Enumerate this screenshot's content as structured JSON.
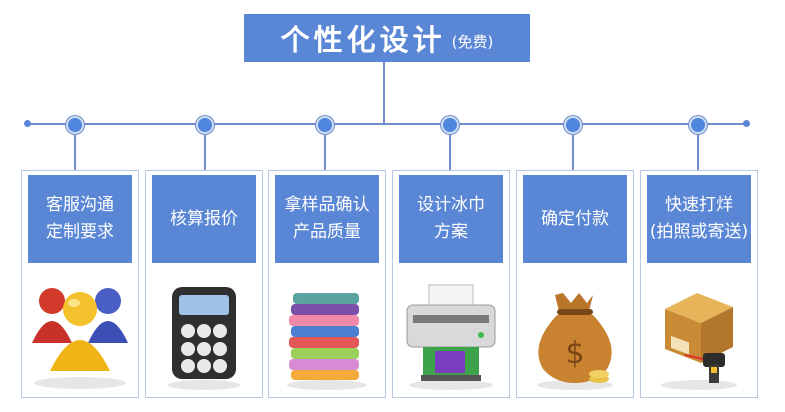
{
  "title": {
    "main": "个性化设计",
    "sub": "(免费)"
  },
  "steps": [
    {
      "label": "客服沟通\n定制要求",
      "icon": "customer-service-people-icon"
    },
    {
      "label": "核算报价",
      "icon": "calculator-icon"
    },
    {
      "label": "拿样品确认\n产品质量",
      "icon": "towel-stack-icon"
    },
    {
      "label": "设计冰巾\n方案",
      "icon": "printer-icon"
    },
    {
      "label": "确定付款",
      "icon": "money-bag-icon"
    },
    {
      "label": "快速打烊\n(拍照或寄送)",
      "icon": "shipping-box-scanner-icon"
    }
  ],
  "colors": {
    "accent": "#5a86d6",
    "line": "#6f8fca"
  }
}
